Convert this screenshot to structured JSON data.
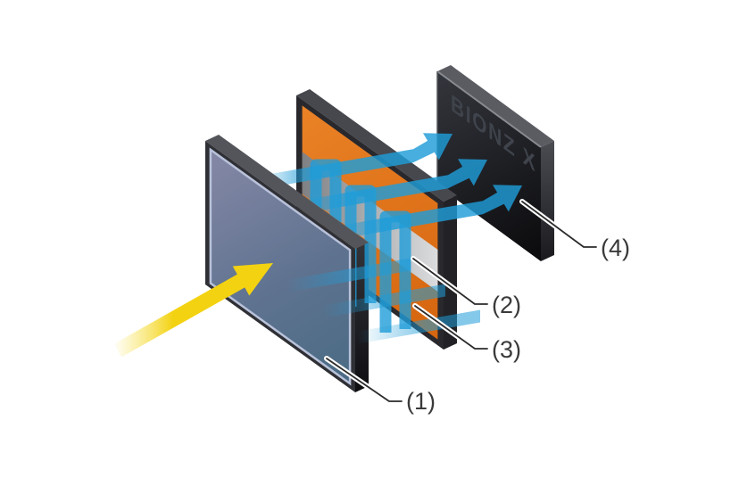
{
  "diagram": {
    "title": "stacked-cmos-sensor-architecture",
    "background": "#ffffff",
    "labels": {
      "l1": "(1)",
      "l2": "(2)",
      "l3": "(3)",
      "l4": "(4)"
    },
    "processor_logo": "BIONZ X",
    "colors": {
      "data_arrow_blue": "#1f9cd8",
      "dram_orange": "#e4751e",
      "dram_strip_gray": "#aeb0b3",
      "light_arrow_yellow": "#f3d211",
      "sensor_blue_gray": "#5f7390",
      "processor_black": "#101014",
      "label_text": "#3a3a3a"
    }
  }
}
